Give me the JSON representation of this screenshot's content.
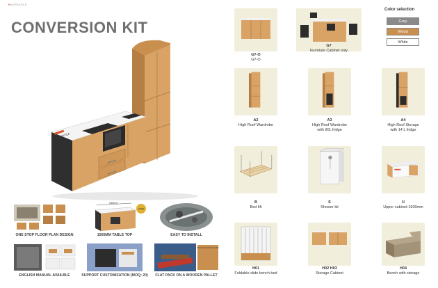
{
  "brand": {
    "prefix": "H",
    "name": "VERSATILE"
  },
  "title": "CONVERSION KIT",
  "hero_brand": "VERSATILE",
  "features": [
    {
      "label": "ONE STOP FLOOR PLAN DESIGN"
    },
    {
      "label": "1505MM TABLE TOP",
      "dim": "1505mm",
      "badge": "STAR"
    },
    {
      "label": "EASY TO INSTALL"
    },
    {
      "label": "ENGLISH MANUAL AVAILBLE"
    },
    {
      "label": "SUPPORT CUSTOMIZATION (MOQ: 20)"
    },
    {
      "label": "FLAT PACK ON A WOODEN PALLET",
      "note": "Cabinet furniture flat pack"
    }
  ],
  "color_selection": {
    "title": "Color selection",
    "options": [
      {
        "name": "Grey",
        "color": "#8a8a8a",
        "text": "#ffffff"
      },
      {
        "name": "Wood",
        "color": "#c98f4f",
        "text": "#ffffff"
      },
      {
        "name": "White",
        "color": "#ffffff",
        "text": "#333333"
      }
    ]
  },
  "products": [
    {
      "code": "G7-O",
      "name": "G7-O"
    },
    {
      "code": "G7",
      "name": "Furniture Cabinet only"
    },
    {
      "code": "A2",
      "name": "High Roof Wardrobe"
    },
    {
      "code": "A3",
      "name": "High Roof Wardrobe",
      "name2": "with 90L fridge"
    },
    {
      "code": "A4",
      "name": "High Roof Storage",
      "name2": "with 14 L fridge"
    },
    {
      "code": "B",
      "name": "Bed lift"
    },
    {
      "code": "S",
      "name": "Shower kit"
    },
    {
      "code": "U",
      "name": "Upper cabinet-1500mm"
    },
    {
      "code": "H01",
      "name": "Foldable slide bench bed"
    },
    {
      "code": "H02 H03",
      "name": "Storage Cabinet"
    },
    {
      "code": "H04",
      "name": "Bench with storage"
    }
  ],
  "colors": {
    "wood": "#c98f4f",
    "wood_dark": "#a8743b",
    "dark": "#3a3a3a",
    "card_bg": "#f2eedc",
    "accent": "#d9552b"
  }
}
